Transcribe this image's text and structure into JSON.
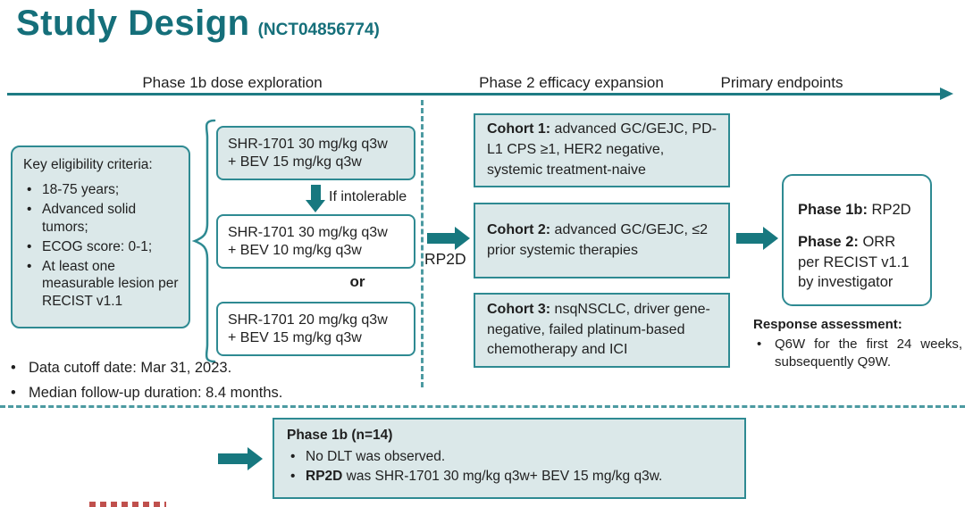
{
  "colors": {
    "accent_teal": "#156f7a",
    "arrow_teal": "#17787f",
    "box_border": "#2e8a92",
    "box_fill": "#dbe8e9",
    "dashed_line": "#4c9aa1",
    "text": "#1f1f1f",
    "watermark_red": "#c0504d"
  },
  "title": {
    "text": "Study Design",
    "nct": "(NCT04856774)"
  },
  "headers": {
    "phase1b": "Phase 1b dose exploration",
    "phase2": "Phase 2 efficacy expansion",
    "endpoints": "Primary endpoints"
  },
  "eligibility": {
    "heading": "Key eligibility criteria:",
    "items": [
      "18-75 years;",
      "Advanced solid tumors;",
      "ECOG score: 0-1;",
      "At least one measurable lesion per RECIST v1.1"
    ]
  },
  "dose_exploration": {
    "box1": {
      "line1": "SHR-1701 30 mg/kg q3w",
      "line2": "+ BEV 15 mg/kg q3w"
    },
    "if_intolerable": "If intolerable",
    "box2": {
      "line1": "SHR-1701 30 mg/kg q3w",
      "line2": "+ BEV 10 mg/kg q3w"
    },
    "or": "or",
    "box3": {
      "line1": "SHR-1701 20 mg/kg q3w",
      "line2": "+ BEV 15 mg/kg q3w"
    },
    "rp2d": "RP2D"
  },
  "cohorts": [
    {
      "label": "Cohort 1:",
      "text": " advanced GC/GEJC, PD-L1 CPS ≥1, HER2 negative, systemic treatment-naive"
    },
    {
      "label": "Cohort 2:",
      "text": " advanced GC/GEJC, ≤2 prior systemic therapies"
    },
    {
      "label": "Cohort 3:",
      "text": " nsqNSCLC, driver gene-negative, failed platinum-based chemotherapy and ICI"
    }
  ],
  "endpoints": {
    "phase1b_label": "Phase 1b:",
    "phase1b_value": " RP2D",
    "phase2_label": "Phase 2:",
    "phase2_value": " ORR per RECIST v1.1 by investigator"
  },
  "response_assessment": {
    "heading": "Response assessment:",
    "items": [
      "Q6W for the first 24 weeks, subsequently Q9W."
    ]
  },
  "notes": [
    "Data cutoff date: Mar 31, 2023.",
    "Median follow-up duration: 8.4 months."
  ],
  "phase1b_result": {
    "heading": "Phase 1b (n=14)",
    "item1": "No DLT was observed.",
    "item2_bold": "RP2D",
    "item2_rest": " was SHR-1701 30 mg/kg q3w+ BEV 15 mg/kg q3w."
  }
}
